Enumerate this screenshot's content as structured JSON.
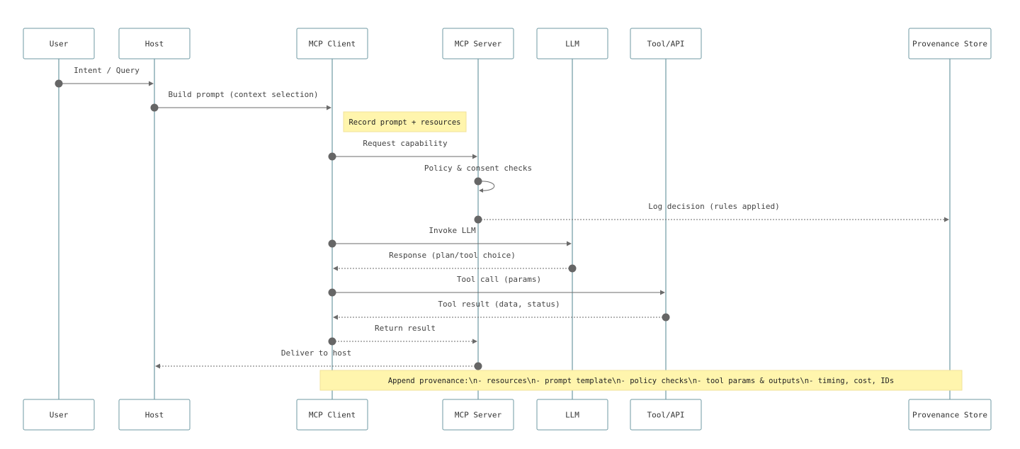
{
  "actors": [
    {
      "id": "user",
      "label": "User"
    },
    {
      "id": "host",
      "label": "Host"
    },
    {
      "id": "mcp-client",
      "label": "MCP Client"
    },
    {
      "id": "mcp-server",
      "label": "MCP Server"
    },
    {
      "id": "llm",
      "label": "LLM"
    },
    {
      "id": "tool-api",
      "label": "Tool/API"
    },
    {
      "id": "provenance-store",
      "label": "Provenance Store"
    }
  ],
  "messages": [
    {
      "from": "user",
      "to": "host",
      "label": "Intent / Query",
      "style": "solid"
    },
    {
      "from": "host",
      "to": "mcp-client",
      "label": "Build prompt (context selection)",
      "style": "solid"
    },
    {
      "from": "mcp-client",
      "to": "mcp-server",
      "label": "Request capability",
      "style": "solid"
    },
    {
      "from": "mcp-server",
      "to": "mcp-server",
      "label": "Policy & consent checks",
      "style": "self"
    },
    {
      "from": "mcp-server",
      "to": "provenance-store",
      "label": "Log decision (rules applied)",
      "style": "dashed"
    },
    {
      "from": "mcp-client",
      "to": "llm",
      "label": "Invoke LLM",
      "style": "solid"
    },
    {
      "from": "llm",
      "to": "mcp-client",
      "label": "Response (plan/tool choice)",
      "style": "dashed"
    },
    {
      "from": "mcp-client",
      "to": "tool-api",
      "label": "Tool call (params)",
      "style": "solid"
    },
    {
      "from": "tool-api",
      "to": "mcp-client",
      "label": "Tool result (data, status)",
      "style": "dashed"
    },
    {
      "from": "mcp-client",
      "to": "mcp-server",
      "label": "Return result",
      "style": "dashed"
    },
    {
      "from": "mcp-server",
      "to": "host",
      "label": "Deliver to host",
      "style": "dashed"
    }
  ],
  "notes": [
    {
      "id": "note-record",
      "label": "Record prompt + resources"
    },
    {
      "id": "note-append",
      "label": "Append provenance:\\n- resources\\n- prompt template\\n- policy checks\\n- tool params & outputs\\n- timing, cost, IDs"
    }
  ],
  "colors": {
    "lifeline": "#6f9aa3",
    "arrow": "#6b6b6b",
    "note_fill": "#fff5ad"
  }
}
